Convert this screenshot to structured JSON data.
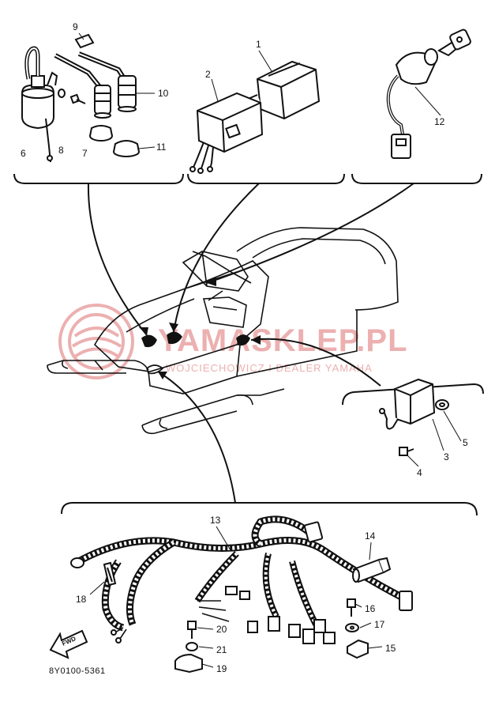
{
  "diagram": {
    "part_numbers": [
      "1",
      "2",
      "3",
      "4",
      "5",
      "6",
      "7",
      "8",
      "9",
      "10",
      "11",
      "12",
      "13",
      "14",
      "15",
      "16",
      "17",
      "18",
      "19",
      "20",
      "21"
    ],
    "drawing_code": "8Y0100-5361",
    "fwd_label": "FWD"
  },
  "watermark": {
    "text": "YAMASKLEP.PL",
    "subtext": "WOJCIECHOWICZ I DEALER YAMAHA"
  }
}
